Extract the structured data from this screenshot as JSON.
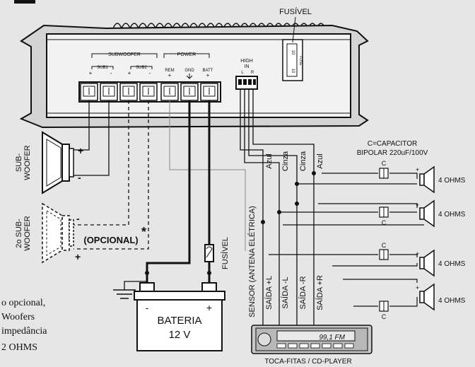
{
  "colors": {
    "background": "#e6e6e6",
    "line": "#111111",
    "grey_line": "#888888"
  },
  "amplifier": {
    "subwoofer_group": "SUBWOOFER",
    "sub1": "SUB1",
    "sub2": "SUB2",
    "power_group": "POWER",
    "rem": "REM",
    "gnd": "GND",
    "batt": "BATT",
    "plus": "+",
    "minus": "-",
    "high_in_1": "HIGH",
    "high_in_2": "IN",
    "high_in_l": "L",
    "high_in_r": "R",
    "fuse_label": "FUSE",
    "fuse_10a": "10",
    "fuse_10b": "10"
  },
  "top_fuse_label": "FUSÍVEL",
  "inline_fuse_label": "FUSÍVEL",
  "sub_woofer_label": [
    "SUB-",
    "WOOFER"
  ],
  "second_sub_woofer_label": [
    "2o SUB-",
    "WOOFER"
  ],
  "optional_label": "(OPCIONAL)",
  "asterisk": "*",
  "battery": {
    "label_line1": "BATERIA",
    "label_line2": "12 V",
    "minus": "-",
    "plus": "+"
  },
  "sensor_label": "SENSOR (ANTENA ELÉTRICA)",
  "wire_colors": [
    "Azul",
    "Cinza",
    "Cinza",
    "Azul"
  ],
  "outputs": [
    "SAÍDA +L",
    "SAÍDA -L",
    "SAÍDA -R",
    "SAÍDA +R"
  ],
  "capacitor_note": [
    "C=CAPACITOR",
    "BIPOLAR 220uF/100V"
  ],
  "capacitor_symbol": "C",
  "speakers": [
    "4 OHMS",
    "4 OHMS",
    "4 OHMS",
    "4 OHMS"
  ],
  "head_unit": {
    "display": "99,1 FM",
    "caption": "TOCA-FITAS / CD-PLAYER"
  },
  "side_note": [
    "o opcional,",
    "Woofers",
    "impedância",
    "2 OHMS"
  ]
}
